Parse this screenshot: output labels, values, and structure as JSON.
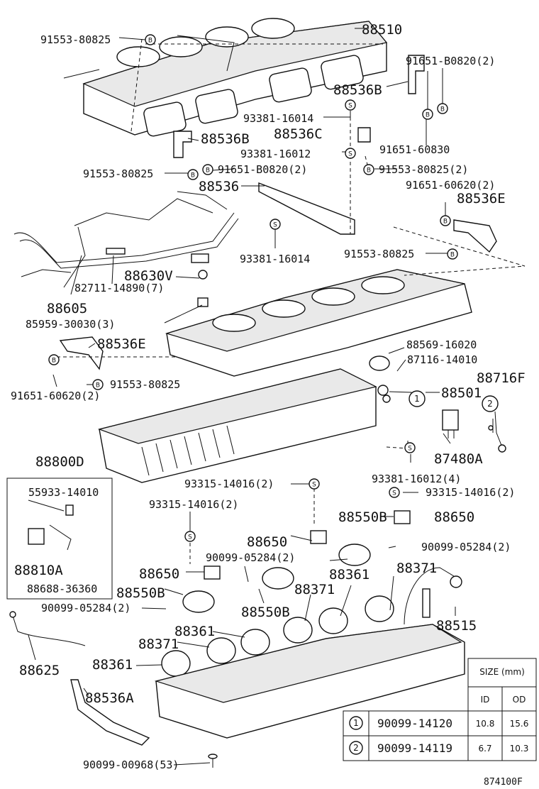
{
  "labels": {
    "p88510": "88510",
    "p91553_80825_a": "91553-80825",
    "p91651_B0820_2a": "91651-B0820(2)",
    "p88536B_a": "88536B",
    "p93381_16014_a": "93381-16014",
    "p88536B_b": "88536B",
    "p88536C": "88536C",
    "p93381_16012": "93381-16012",
    "p91651_60830": "91651-60830",
    "p91553_80825_b": "91553-80825",
    "p91651_B0820_2b": "91651-B0820(2)",
    "p91553_80825_2": "91553-80825(2)",
    "p88536": "88536",
    "p91651_60620_2a": "91651-60620(2)",
    "p88536E_a": "88536E",
    "p93381_16014_b": "93381-16014",
    "p91553_80825_c": "91553-80825",
    "p88630V": "88630V",
    "p82711_14890_7": "82711-14890(7)",
    "p88605": "88605",
    "p85959_30030_3": "85959-30030(3)",
    "p88536E_b": "88536E",
    "p88569_16020": "88569-16020",
    "p87116_14010": "87116-14010",
    "p91553_80825_d": "91553-80825",
    "p91651_60620_2b": "91651-60620(2)",
    "p88716F": "88716F",
    "p88501": "88501",
    "p87480A": "87480A",
    "p88800D": "88800D",
    "p93381_16012_4": "93381-16012(4)",
    "p93315_14016_2a": "93315-14016(2)",
    "p93315_14016_2b": "93315-14016(2)",
    "p55933_14010": "55933-14010",
    "p93315_14016_2c": "93315-14016(2)",
    "p88550B_a": "88550B",
    "p88650_a": "88650",
    "p88650_b": "88650",
    "p90099_05284_2a": "90099-05284(2)",
    "p90099_05284_2b": "90099-05284(2)",
    "p88810A": "88810A",
    "p88361_a": "88361",
    "p88371_a": "88371",
    "p88650_c": "88650",
    "p88371_b": "88371",
    "p88688_36360": "88688-36360",
    "p88550B_b": "88550B",
    "p90099_05284_2c": "90099-05284(2)",
    "p88550B_c": "88550B",
    "p88515": "88515",
    "p88361_b": "88361",
    "p88371_c": "88371",
    "p88625": "88625",
    "p88361_c": "88361",
    "p88536A": "88536A",
    "p90099_00968_53": "90099-00968(53)",
    "ref_code": "874100F"
  },
  "markers": {
    "s": "S",
    "b": "B"
  },
  "callouts": {
    "c1": "1",
    "c2": "2"
  },
  "size_table": {
    "title": "SIZE (mm)",
    "headers": [
      "ID",
      "OD"
    ],
    "rows": [
      {
        "no": "1",
        "part": "90099-14120",
        "id": "10.8",
        "od": "15.6"
      },
      {
        "no": "2",
        "part": "90099-14119",
        "id": "6.7",
        "od": "10.3"
      }
    ]
  }
}
